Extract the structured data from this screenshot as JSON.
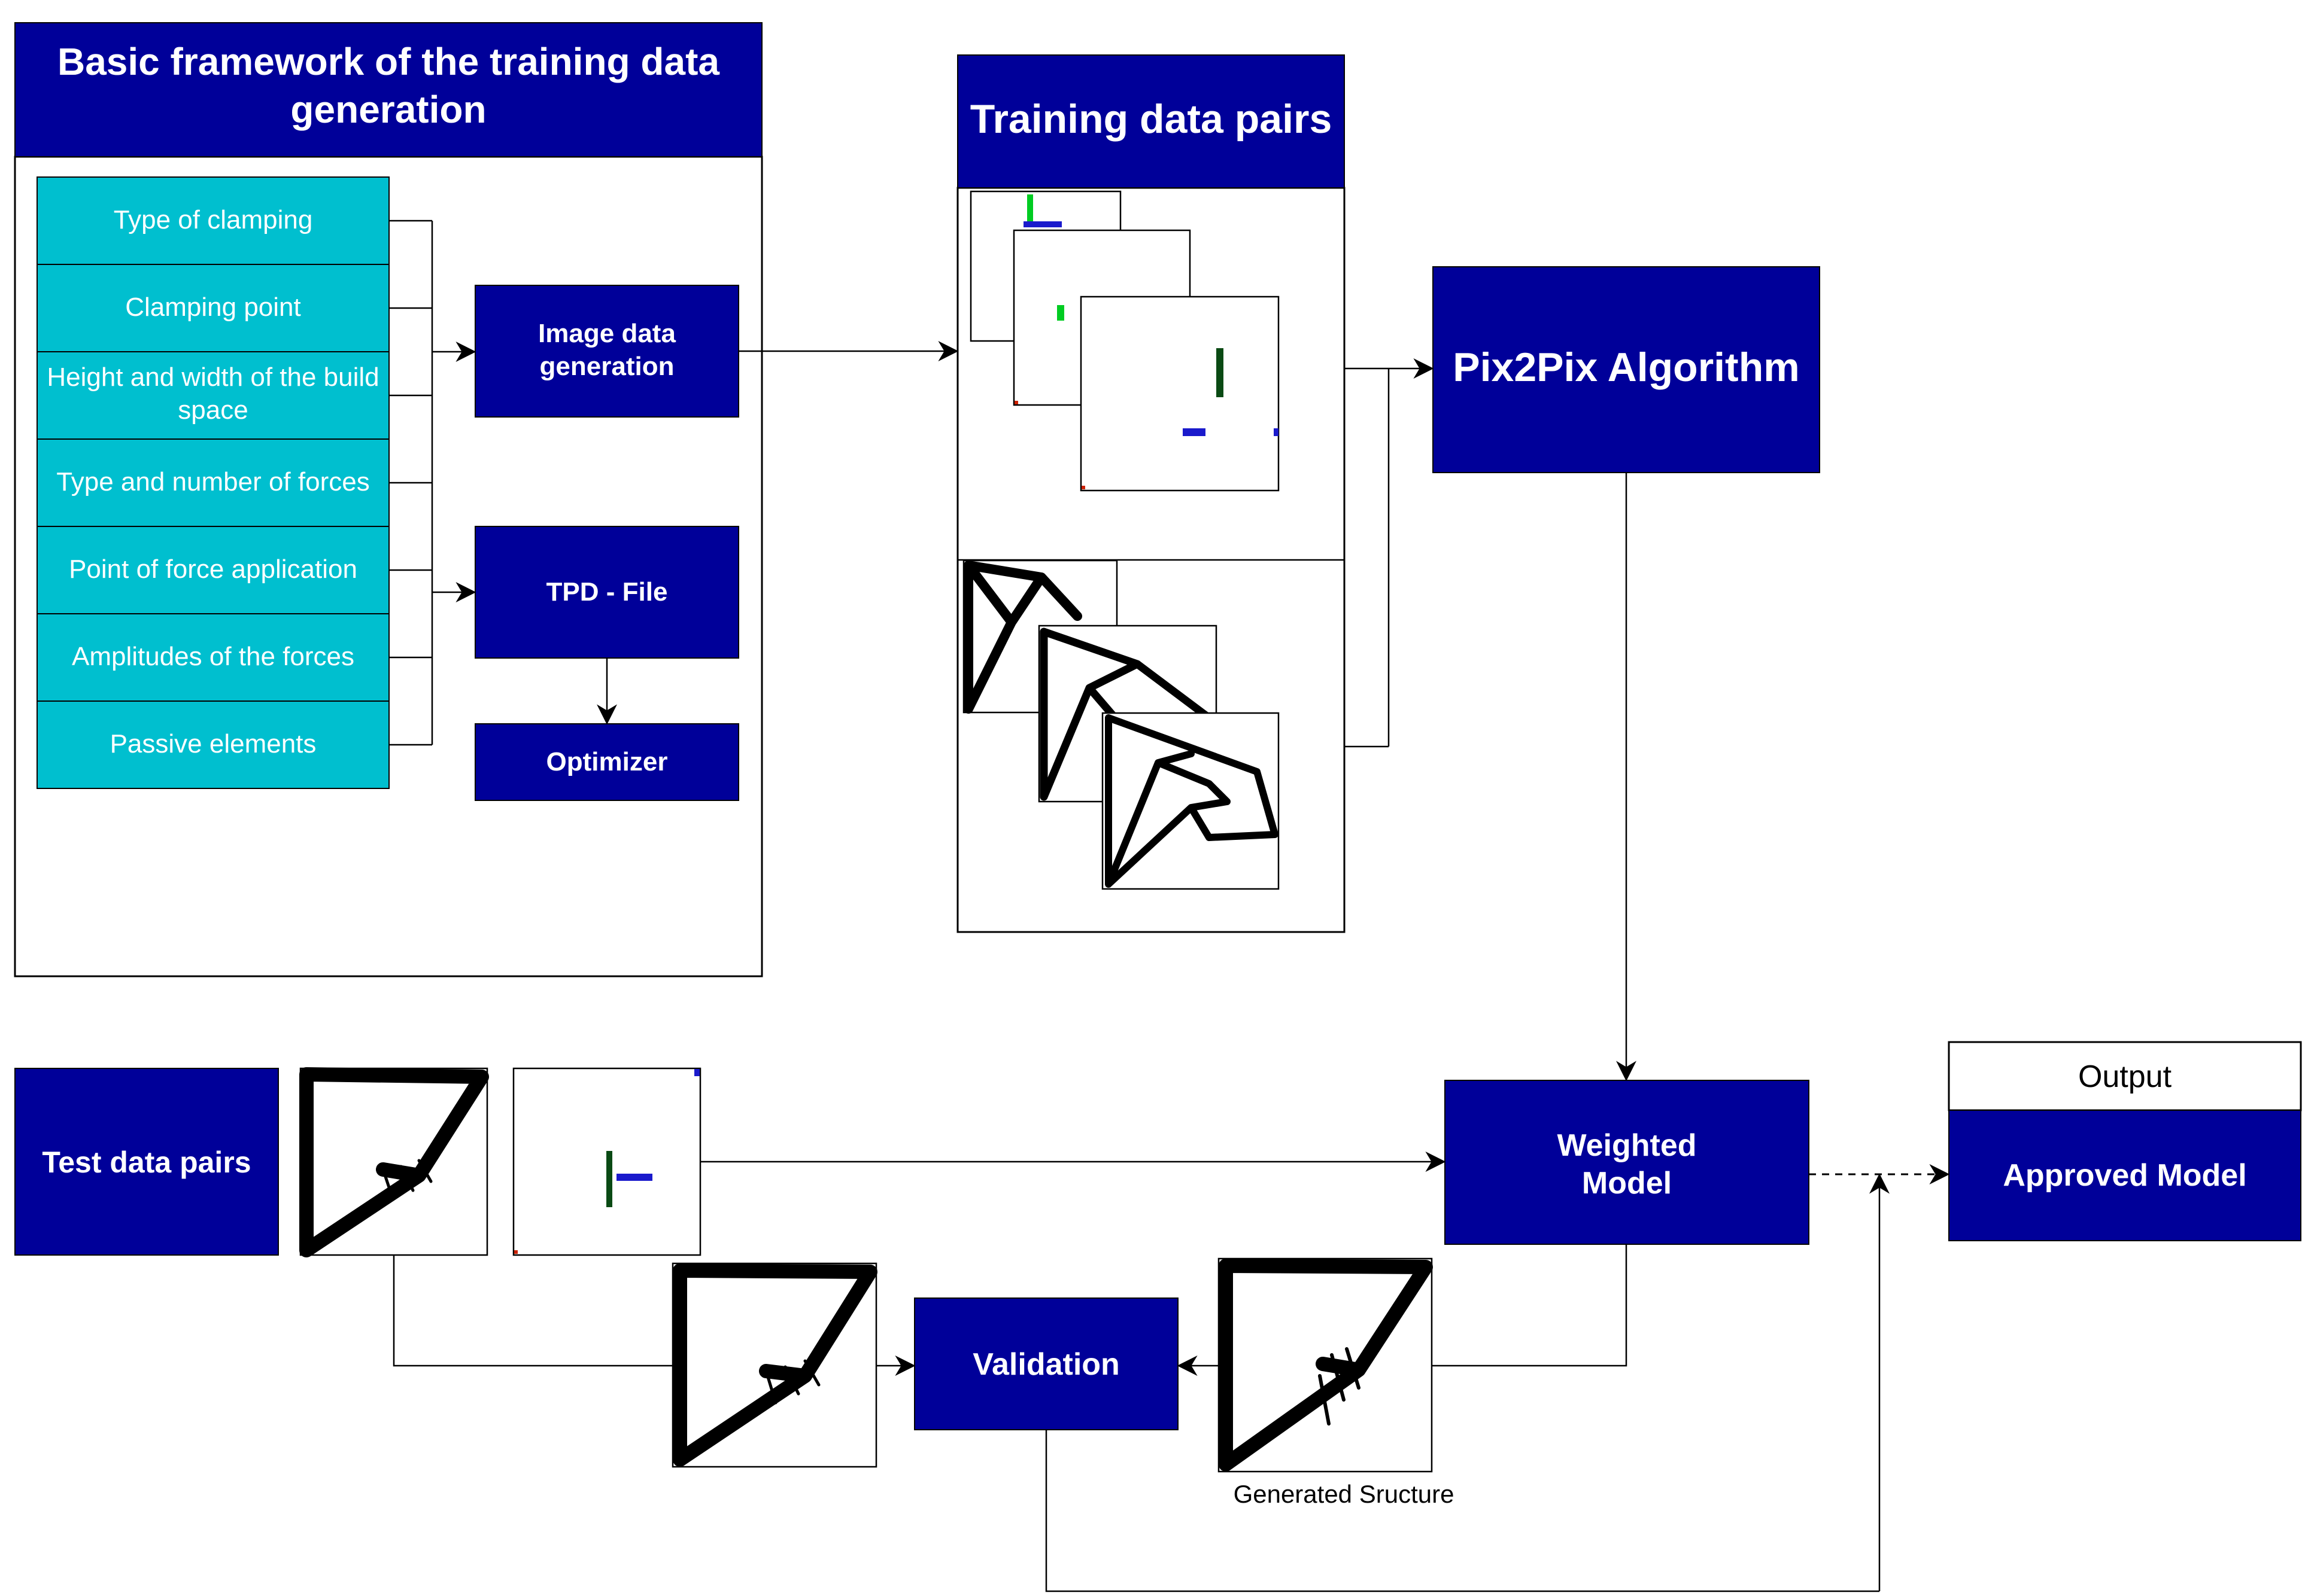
{
  "title": "Basic framework of the training data generation",
  "params": [
    {
      "label": "Type of clamping"
    },
    {
      "label": "Clamping point"
    },
    {
      "label": "Height and width of the build",
      "label2": "space"
    },
    {
      "label": "Type and number of forces"
    },
    {
      "label": "Point of force application"
    },
    {
      "label": "Amplitudes of the forces"
    },
    {
      "label": "Passive elements"
    }
  ],
  "image_gen": {
    "line1": "Image data",
    "line2": "generation"
  },
  "tpd_file": "TPD - File",
  "optimizer": "Optimizer",
  "training_pairs": "Training data pairs",
  "pix2pix": "Pix2Pix Algorithm",
  "weighted": {
    "line1": "Weighted",
    "line2": "Model"
  },
  "output": {
    "header": "Output",
    "body": "Approved Model"
  },
  "test_pairs": "Test data pairs",
  "validation": "Validation",
  "generated_caption": "Generated Sructure",
  "colors": {
    "navy": "#000099",
    "cyan": "#00bfcf",
    "green": "#00cc22",
    "dark_green": "#0a4a14",
    "blue_marker": "#1a1acc"
  }
}
